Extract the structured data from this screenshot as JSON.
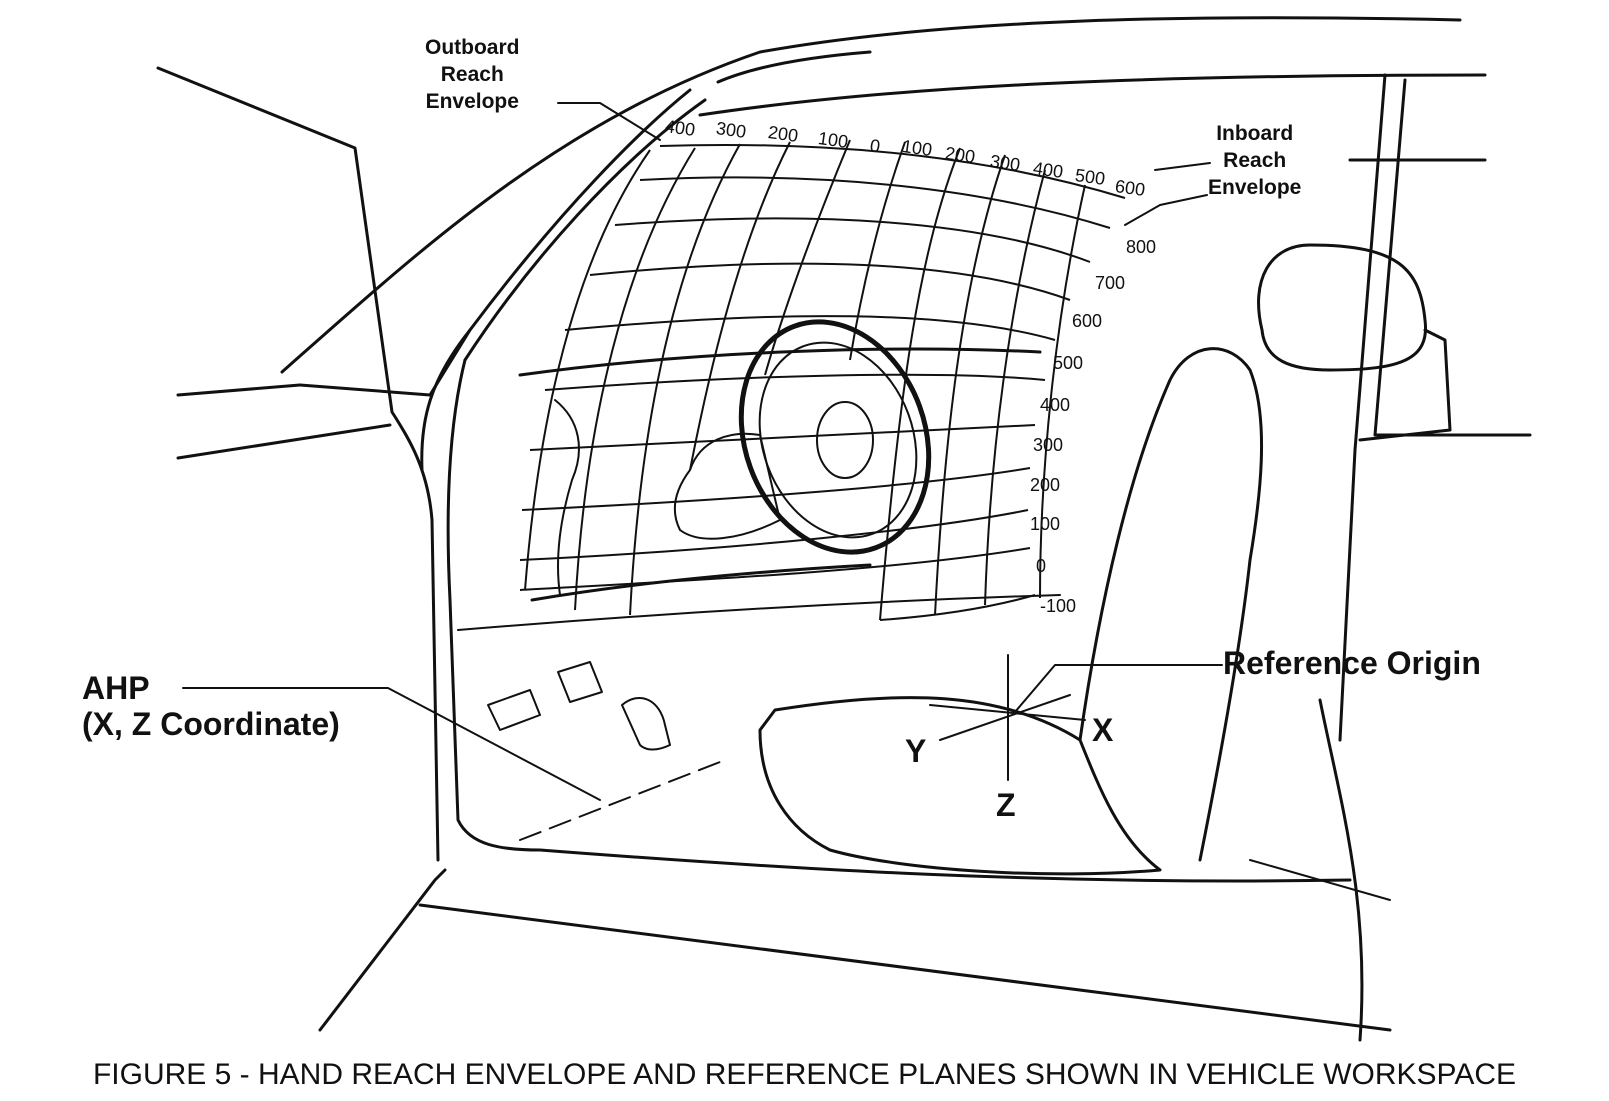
{
  "labels": {
    "outboard": [
      "Outboard",
      "Reach",
      "Envelope"
    ],
    "inboard": [
      "Inboard",
      "Reach",
      "Envelope"
    ],
    "reference_origin": "Reference Origin",
    "ahp": [
      "AHP",
      "(X, Z Coordinate)"
    ],
    "axis_x": "X",
    "axis_y": "Y",
    "axis_z": "Z"
  },
  "top_scale": [
    "400",
    "300",
    "200",
    "100",
    "0",
    "100",
    "200",
    "300",
    "400",
    "500",
    "600"
  ],
  "side_scale": [
    "800",
    "700",
    "600",
    "500",
    "400",
    "300",
    "200",
    "100",
    "0",
    "-100"
  ],
  "caption": "FIGURE 5 - HAND REACH ENVELOPE AND REFERENCE PLANES SHOWN IN VEHICLE WORKSPACE"
}
